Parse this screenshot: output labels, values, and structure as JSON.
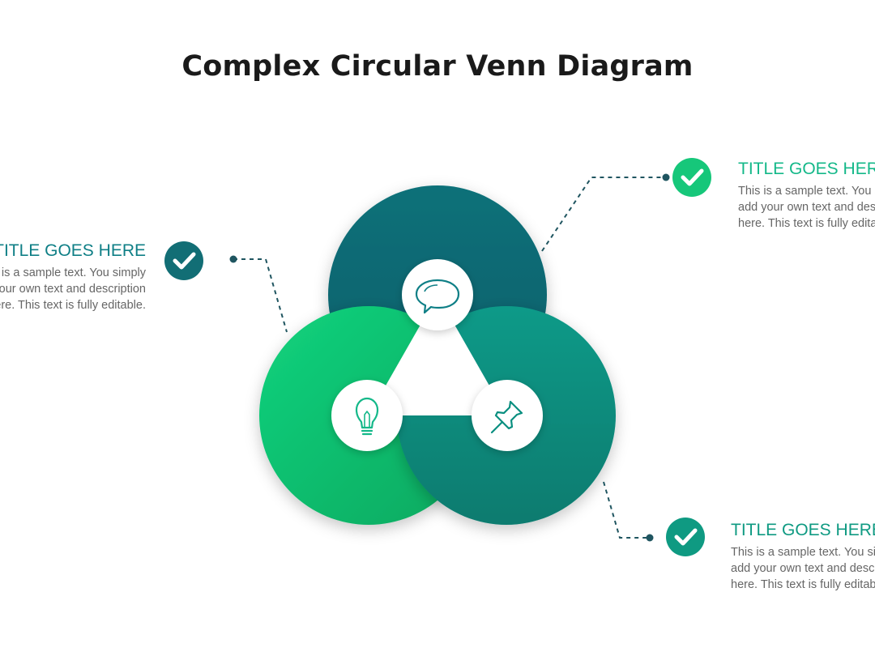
{
  "slide": {
    "title": "Complex Circular Venn Diagram"
  },
  "colors": {
    "dark_teal": "#0a6b76",
    "mid_teal": "#0a8f80",
    "green": "#12c06f",
    "check_dark": "#126e75",
    "check_green": "#16c77a",
    "title_teal": "#0f7f86",
    "title_green": "#14b889",
    "body_text": "#666666"
  },
  "icons": {
    "top": "speech-bubble-icon",
    "left": "lightbulb-icon",
    "right": "pushpin-icon",
    "callouts": "checkmark-icon"
  },
  "callouts": [
    {
      "id": "left",
      "title": "TITLE GOES HERE",
      "body_lines": [
        "This is a sample text. You simply",
        "add your own text and description",
        "here. This text is fully editable."
      ]
    },
    {
      "id": "top-right",
      "title": "TITLE GOES HERE",
      "body_lines": [
        "This is a sample text. You simply",
        "add your own text and description",
        "here. This text is fully editable."
      ]
    },
    {
      "id": "bottom-right",
      "title": "TITLE GOES HERE",
      "body_lines": [
        "This is a sample text. You simply",
        "add your own text and description",
        "here. This text is fully editable."
      ]
    }
  ]
}
